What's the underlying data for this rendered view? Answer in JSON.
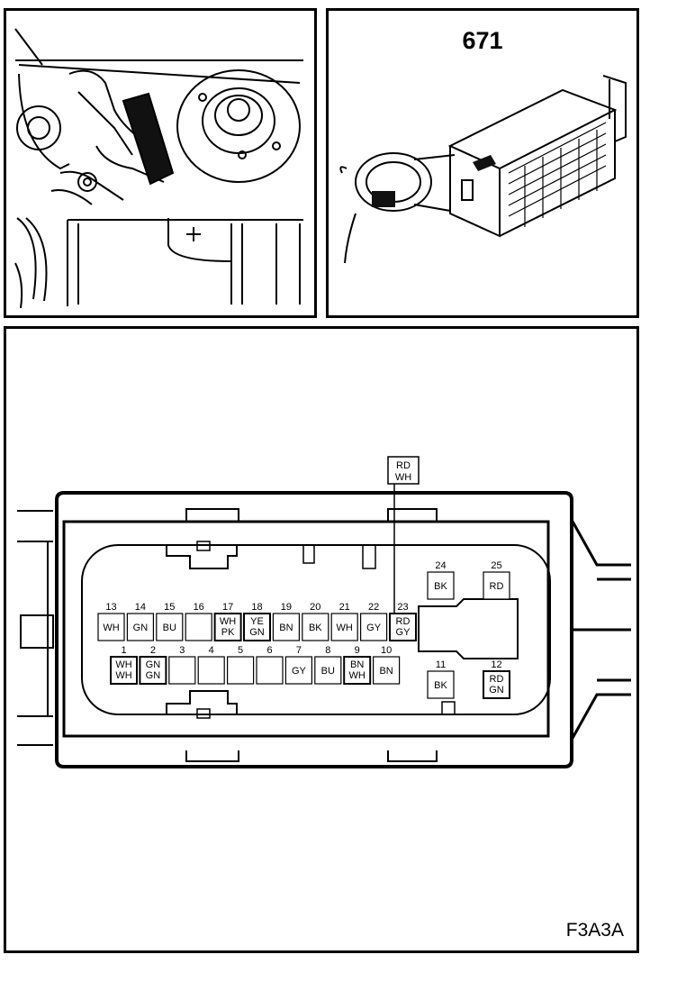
{
  "connector_panel": {
    "title": "671"
  },
  "pinout": {
    "figure_code": "F3A3A",
    "callout": [
      "RD",
      "WH"
    ],
    "pins": [
      {
        "n": "1",
        "c": [
          "WH",
          "WH"
        ]
      },
      {
        "n": "2",
        "c": [
          "GN",
          "GN"
        ]
      },
      {
        "n": "3",
        "c": []
      },
      {
        "n": "4",
        "c": []
      },
      {
        "n": "5",
        "c": []
      },
      {
        "n": "6",
        "c": []
      },
      {
        "n": "7",
        "c": [
          "GY"
        ]
      },
      {
        "n": "8",
        "c": [
          "BU"
        ]
      },
      {
        "n": "9",
        "c": [
          "BN",
          "WH"
        ]
      },
      {
        "n": "10",
        "c": [
          "BN"
        ]
      },
      {
        "n": "11",
        "c": [
          "BK"
        ]
      },
      {
        "n": "12",
        "c": [
          "RD",
          "GN"
        ]
      },
      {
        "n": "13",
        "c": [
          "WH"
        ]
      },
      {
        "n": "14",
        "c": [
          "GN"
        ]
      },
      {
        "n": "15",
        "c": [
          "BU"
        ]
      },
      {
        "n": "16",
        "c": []
      },
      {
        "n": "17",
        "c": [
          "WH",
          "PK"
        ]
      },
      {
        "n": "18",
        "c": [
          "YE",
          "GN"
        ]
      },
      {
        "n": "19",
        "c": [
          "BN"
        ]
      },
      {
        "n": "20",
        "c": [
          "BK"
        ]
      },
      {
        "n": "21",
        "c": [
          "WH"
        ]
      },
      {
        "n": "22",
        "c": [
          "GY"
        ]
      },
      {
        "n": "23",
        "c": [
          "RD",
          "GY"
        ]
      },
      {
        "n": "24",
        "c": [
          "BK"
        ]
      },
      {
        "n": "25",
        "c": [
          "RD"
        ]
      }
    ]
  }
}
